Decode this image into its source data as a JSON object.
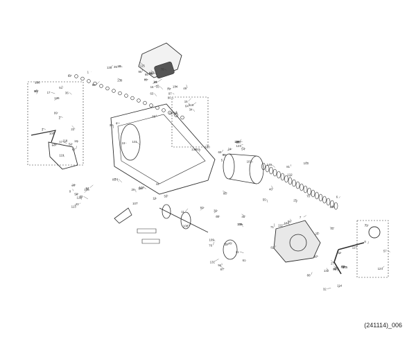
{
  "diagram": {
    "footer_code": "(241114)_006",
    "line_color": "#2b2b2b",
    "part_labels": [
      "130",
      "125",
      "118",
      "128",
      "110",
      "146",
      "111",
      "117",
      "113",
      "112",
      "93",
      "94",
      "95",
      "96",
      "97",
      "98",
      "99",
      "100",
      "101",
      "102",
      "103",
      "104",
      "105",
      "106",
      "107",
      "108",
      "109",
      "114",
      "115",
      "116",
      "20",
      "21",
      "22",
      "23",
      "24",
      "25",
      "26",
      "27",
      "28",
      "29",
      "30",
      "31",
      "32",
      "33",
      "34",
      "35",
      "36",
      "37",
      "38",
      "39",
      "40",
      "41",
      "42",
      "43",
      "44",
      "45",
      "46",
      "47",
      "48",
      "49",
      "50",
      "51",
      "52",
      "53",
      "54",
      "55",
      "56",
      "57",
      "58",
      "59",
      "60",
      "61",
      "62",
      "63",
      "64",
      "65",
      "66",
      "67",
      "68",
      "69",
      "70",
      "71",
      "72",
      "73",
      "74",
      "75",
      "76",
      "77",
      "78",
      "79",
      "1",
      "2",
      "3",
      "4",
      "5",
      "6",
      "7",
      "8",
      "9",
      "10",
      "11",
      "12",
      "13",
      "14",
      "15",
      "16",
      "17",
      "18",
      "19",
      "80",
      "81",
      "82",
      "83",
      "84",
      "85",
      "86",
      "87",
      "88",
      "89",
      "90",
      "91",
      "92",
      "119",
      "120",
      "121",
      "122",
      "123",
      "124",
      "126",
      "127",
      "129",
      "131",
      "132",
      "133",
      "134",
      "135",
      "136",
      "137",
      "138",
      "139"
    ]
  }
}
